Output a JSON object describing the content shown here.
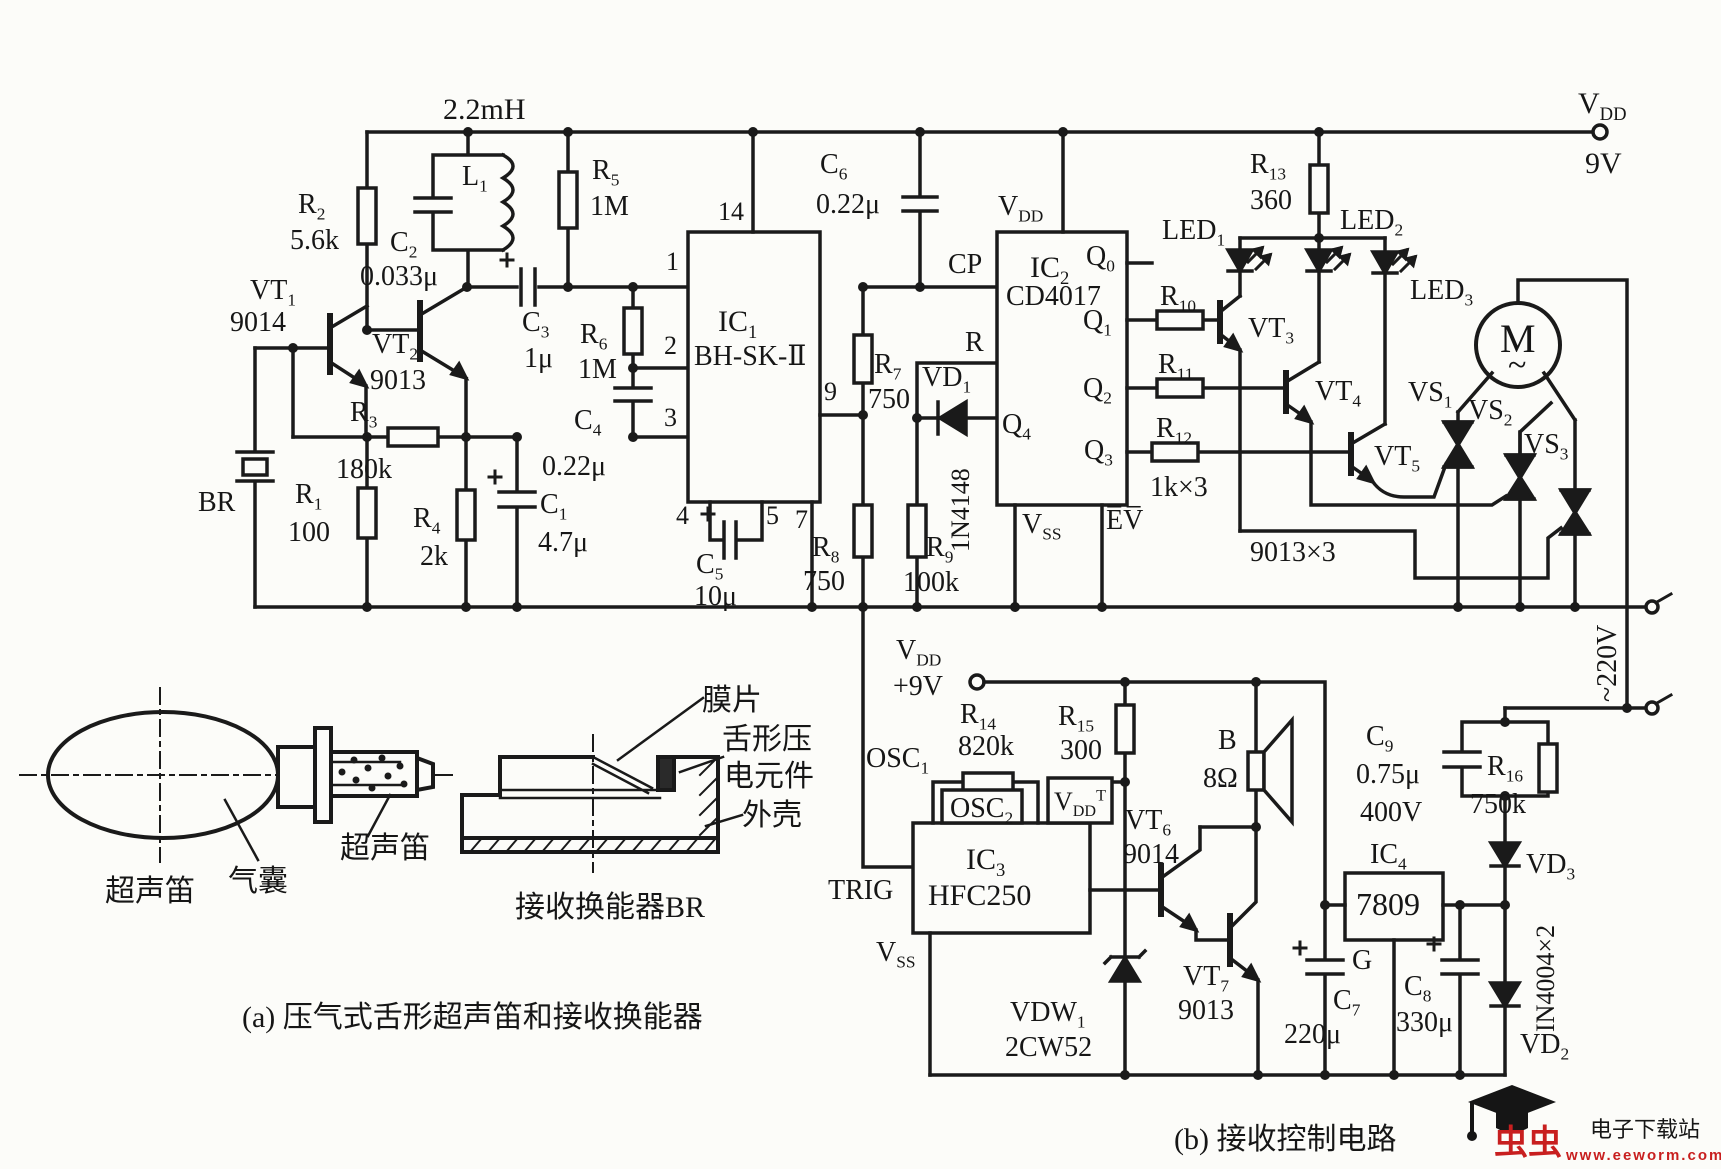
{
  "colors": {
    "ink": "#1a1a1a",
    "paper": "#fcfcf9",
    "watermark_red": "#c81f1f"
  },
  "captions": {
    "part_a": "(a) 压气式舌形超声笛和接收换能器",
    "part_b": "(b) 接收控制电路",
    "receiver": "接收换能器BR"
  },
  "drawing_a": {
    "whistle_left": "超声笛",
    "airbag": "气囊",
    "whistle_mid": "超声笛"
  },
  "drawing_b": {
    "diaphragm": "膜片",
    "tongue_line1": "舌形压",
    "tongue_line2": "电元件",
    "shell": "外壳"
  },
  "watermark": {
    "brand": "虫虫",
    "site": "电子下载站",
    "url": "www.eeworm.com"
  },
  "power": {
    "vdd_top": "V_{DD}",
    "vdd_top_value": "9V",
    "mains": "~220V",
    "vdd_bottom": "V_{DD}",
    "vdd_bottom_value": "+9V"
  },
  "ic1": {
    "ref": "IC_{1}",
    "part": "BH-SK-Ⅱ",
    "pins": {
      "p1": "1",
      "p2": "2",
      "p3": "3",
      "p4": "4",
      "p5": "5",
      "p7": "7",
      "p9": "9",
      "p14": "14"
    }
  },
  "ic2": {
    "ref": "IC_{2}",
    "part": "CD4017",
    "vdd": "V_{DD}",
    "vss": "V_{SS}",
    "cp": "CP",
    "r": "R",
    "ev": "E̅V̅",
    "q0": "Q_{0}",
    "q1": "Q_{1}",
    "q2": "Q_{2}",
    "q3": "Q_{3}",
    "q4": "Q_{4}"
  },
  "ic3": {
    "ref": "IC_{3}",
    "part": "HFC250",
    "osc1": "OSC_{1}",
    "osc2": "OSC_{2}",
    "vdd": "V_{DD}^{T}",
    "vss": "V_{SS}",
    "trig": "TRIG"
  },
  "ic4": {
    "ref": "IC_{4}",
    "part": "7809",
    "gnd": "G"
  },
  "components": {
    "l1": {
      "ref": "L_{1}",
      "value": "2.2mH"
    },
    "r1": {
      "ref": "R_{1}",
      "value": "100"
    },
    "r2": {
      "ref": "R_{2}",
      "value": "5.6k"
    },
    "r3": {
      "ref": "R_{3}",
      "value": "180k"
    },
    "r4": {
      "ref": "R_{4}",
      "value": "2k"
    },
    "r5": {
      "ref": "R_{5}",
      "value": "1M"
    },
    "r6": {
      "ref": "R_{6}",
      "value": "1M"
    },
    "r7": {
      "ref": "R_{7}",
      "value": "750"
    },
    "r8": {
      "ref": "R_{8}",
      "value": "750"
    },
    "r9": {
      "ref": "R_{9}",
      "value": "100k"
    },
    "r10": {
      "ref": "R_{10}"
    },
    "r11": {
      "ref": "R_{11}"
    },
    "r12": {
      "ref": "R_{12}"
    },
    "r10_12_value": "1k×3",
    "r13": {
      "ref": "R_{13}",
      "value": "360"
    },
    "r14": {
      "ref": "R_{14}",
      "value": "820k"
    },
    "r15": {
      "ref": "R_{15}",
      "value": "300"
    },
    "r16": {
      "ref": "R_{16}",
      "value": "750k"
    },
    "c1": {
      "ref": "C_{1}",
      "value": "4.7μ"
    },
    "c2": {
      "ref": "C_{2}",
      "value": "0.033μ"
    },
    "c3": {
      "ref": "C_{3}",
      "value": "1μ"
    },
    "c4": {
      "ref": "C_{4}",
      "value": "0.22μ"
    },
    "c5": {
      "ref": "C_{5}",
      "value": "10μ"
    },
    "c6": {
      "ref": "C_{6}",
      "value": "0.22μ"
    },
    "c7": {
      "ref": "C_{7}",
      "value": "220μ"
    },
    "c8": {
      "ref": "C_{8}",
      "value": "330μ"
    },
    "c9": {
      "ref": "C_{9}",
      "value": "0.75μ",
      "rating": "400V"
    },
    "vt1": {
      "ref": "VT_{1}",
      "part": "9014"
    },
    "vt2": {
      "ref": "VT_{2}",
      "part": "9013"
    },
    "vt3": {
      "ref": "VT_{3}"
    },
    "vt4": {
      "ref": "VT_{4}"
    },
    "vt5": {
      "ref": "VT_{5}"
    },
    "vt3_5_part": "9013×3",
    "vt6": {
      "ref": "VT_{6}",
      "part": "9014"
    },
    "vt7": {
      "ref": "VT_{7}",
      "part": "9013"
    },
    "vd1": {
      "ref": "VD_{1}",
      "part": "1N4148"
    },
    "vd2": {
      "ref": "VD_{2}"
    },
    "vd3": {
      "ref": "VD_{3}"
    },
    "vd2_3_part": "IN4004×2",
    "vdw1": {
      "ref": "VDW_{1}",
      "part": "2CW52"
    },
    "led1": {
      "ref": "LED_{1}"
    },
    "led2": {
      "ref": "LED_{2}"
    },
    "led3": {
      "ref": "LED_{3}"
    },
    "vs1": {
      "ref": "VS_{1}"
    },
    "vs2": {
      "ref": "VS_{2}"
    },
    "vs3": {
      "ref": "VS_{3}"
    },
    "br": {
      "ref": "BR"
    },
    "b": {
      "ref": "B",
      "value": "8Ω"
    },
    "motor": {
      "ref": "M",
      "ac": "~"
    }
  }
}
